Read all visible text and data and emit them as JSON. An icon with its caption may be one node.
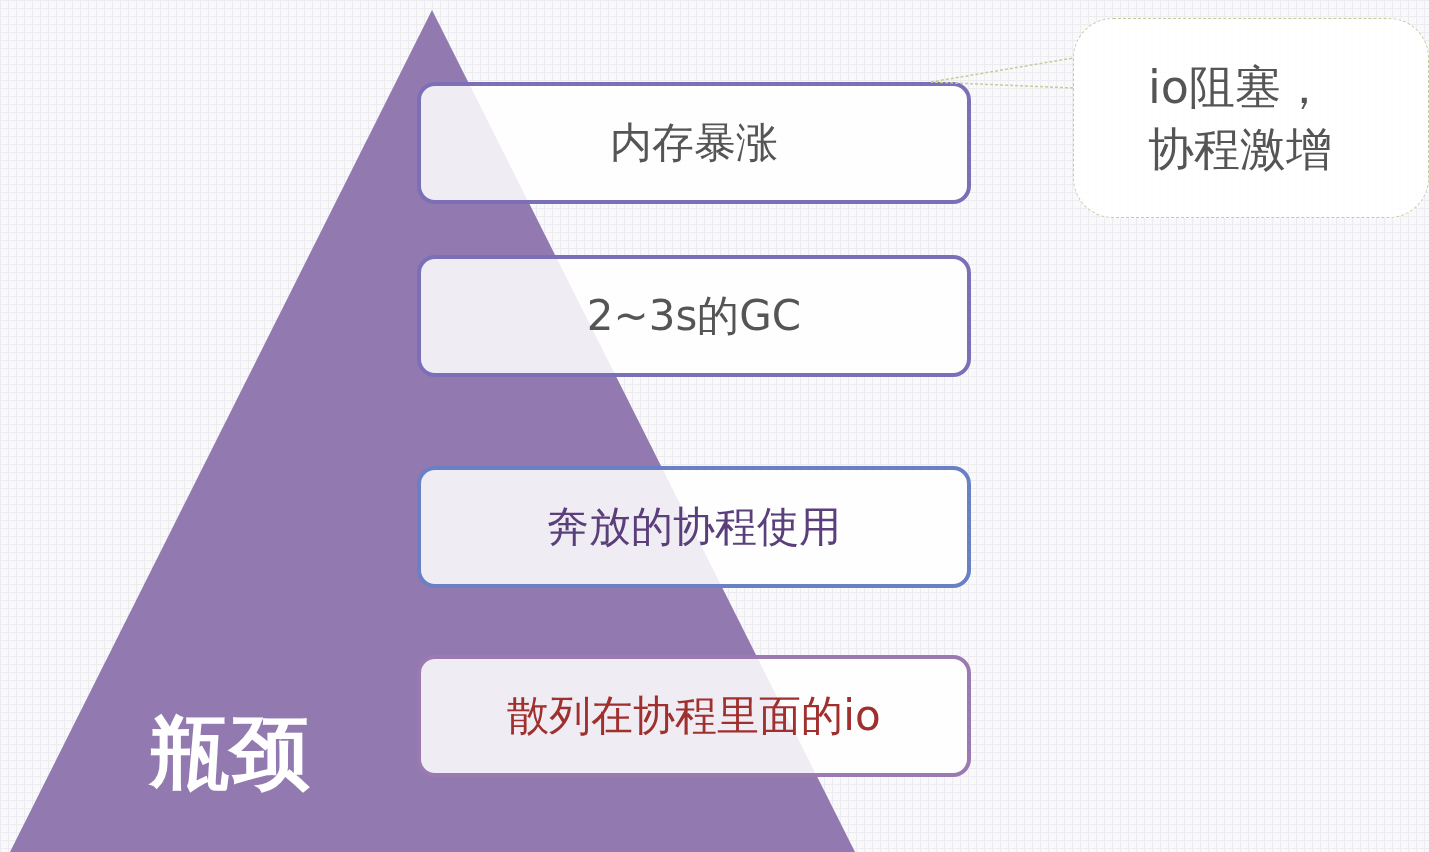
{
  "diagram": {
    "nodes": [
      {
        "text": [
          "瓶颈"
        ]
      },
      {
        "text": [
          "内存暴涨"
        ]
      },
      {
        "text": [
          "2~3s的GC"
        ]
      },
      {
        "text": [
          "奔放的协程使用"
        ]
      },
      {
        "text": [
          "散列在协程里面的io"
        ]
      },
      {
        "text": [
          "io阻塞，协程激增"
        ]
      }
    ],
    "edges": [
      {
        "from": 5,
        "to": 1,
        "arrow": "none"
      }
    ]
  }
}
